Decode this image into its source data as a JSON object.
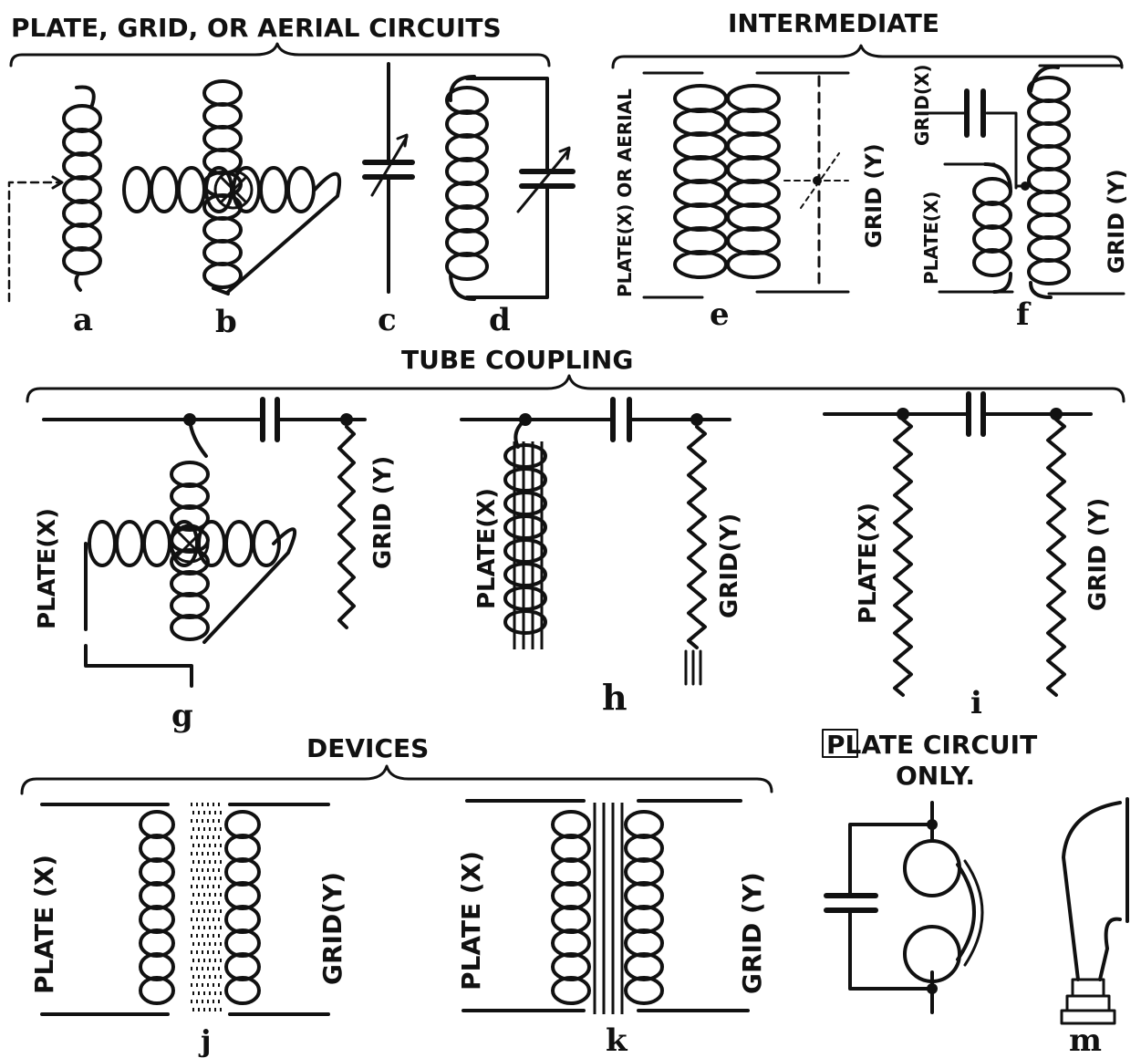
{
  "headings": {
    "plate_grid_aerial": "PLATE, GRID, OR AERIAL CIRCUITS",
    "intermediate": "INTERMEDIATE",
    "tube_coupling": "TUBE COUPLING",
    "devices": "DEVICES",
    "plate_circuit_only_line1": "PLATE CIRCUIT",
    "plate_circuit_only_line2": "ONLY."
  },
  "side_labels": {
    "e_left": "PLATE(X) OR AERIAL",
    "e_right": "GRID (Y)",
    "f_top": "GRID(X)",
    "f_left": "PLATE(X)",
    "f_right": "GRID (Y)",
    "g_left": "PLATE(X)",
    "g_right": "GRID (Y)",
    "h_left": "PLATE(X)",
    "h_right": "GRID(Y)",
    "i_left": "PLATE(X)",
    "i_right": "GRID (Y)",
    "j_left": "PLATE (X)",
    "j_right": "GRID(Y)",
    "k_left": "PLATE (X)",
    "k_right": "GRID (Y)"
  },
  "figure_letters": {
    "a": "a",
    "b": "b",
    "c": "c",
    "d": "d",
    "e": "e",
    "f": "f",
    "g": "g",
    "h": "h",
    "i": "i",
    "j": "j",
    "k": "k",
    "m": "m"
  }
}
